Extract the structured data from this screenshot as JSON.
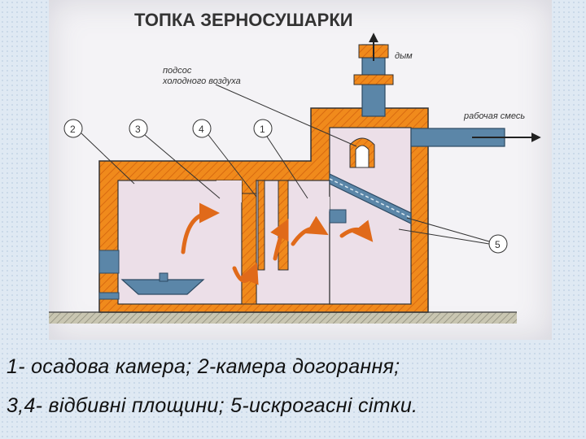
{
  "diagram": {
    "title": "ТОПКА ЗЕРНОСУШАРКИ",
    "label_smoke": "дым",
    "label_cold_air_1": "подсос",
    "label_cold_air_2": "холодного воздуха",
    "label_working_mix": "рабочая смесь",
    "markers": [
      "2",
      "3",
      "4",
      "1",
      "5"
    ]
  },
  "caption": {
    "line1": "1- осадова камера; 2-камера догорання;",
    "line2": "3,4- відбивні площини; 5-искрогасні сітки."
  },
  "colors": {
    "wall": "#f08a1c",
    "wall_hatch": "#d86a10",
    "chamber": "#ecdfe8",
    "pipe": "#5b86a8",
    "arrow": "#e06a1a",
    "ground": "#8c8a7a"
  }
}
